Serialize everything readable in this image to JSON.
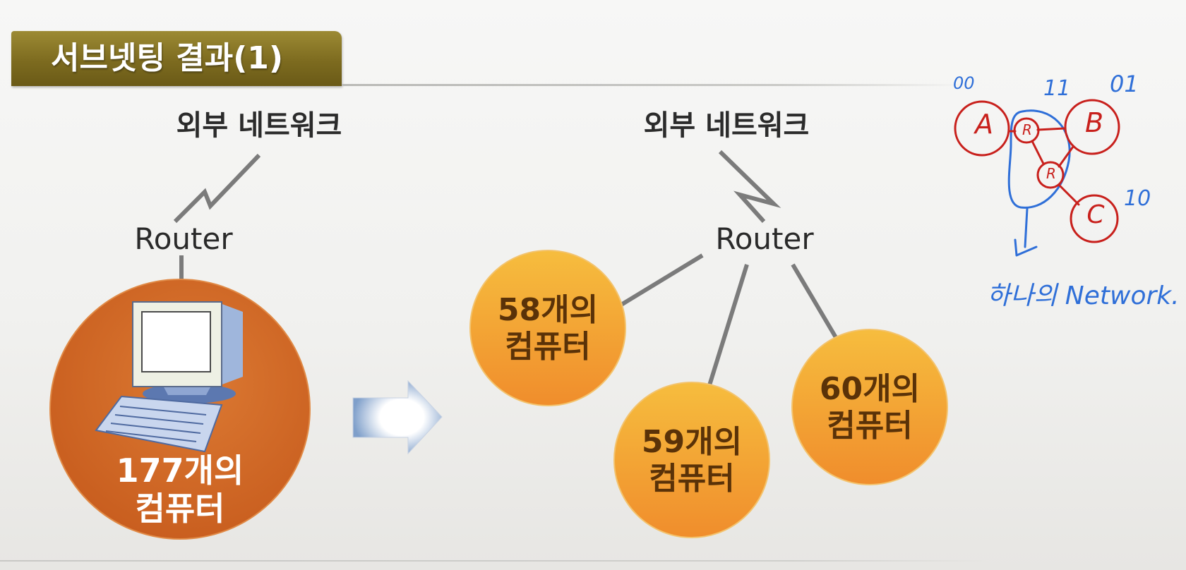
{
  "slide": {
    "title": "서브넷팅 결과(1)"
  },
  "left": {
    "external_network": "외부 네트워크",
    "router": "Router",
    "computers": {
      "count": "177개의",
      "unit": "컴퓨터"
    }
  },
  "right": {
    "external_network": "외부 네트워크",
    "router": "Router",
    "subnets": [
      {
        "count": "58개의",
        "unit": "컴퓨터"
      },
      {
        "count": "59개의",
        "unit": "컴퓨터"
      },
      {
        "count": "60개의",
        "unit": "컴퓨터"
      }
    ]
  },
  "annotation": {
    "nodes": [
      {
        "label": "A",
        "tag": "00"
      },
      {
        "label": "B",
        "tag": "01"
      },
      {
        "label": "C",
        "tag": "10"
      }
    ],
    "router_marks": [
      "R",
      "R"
    ],
    "top_tag": "11",
    "caption": "하나의 Network."
  },
  "colors": {
    "title_bar": "#7d6b1f",
    "big_circle": "#d0641f",
    "small_circle": "#f4a233",
    "link": "#7b7b7b",
    "ink_red": "#c8201c",
    "ink_blue": "#2f6fd8"
  }
}
